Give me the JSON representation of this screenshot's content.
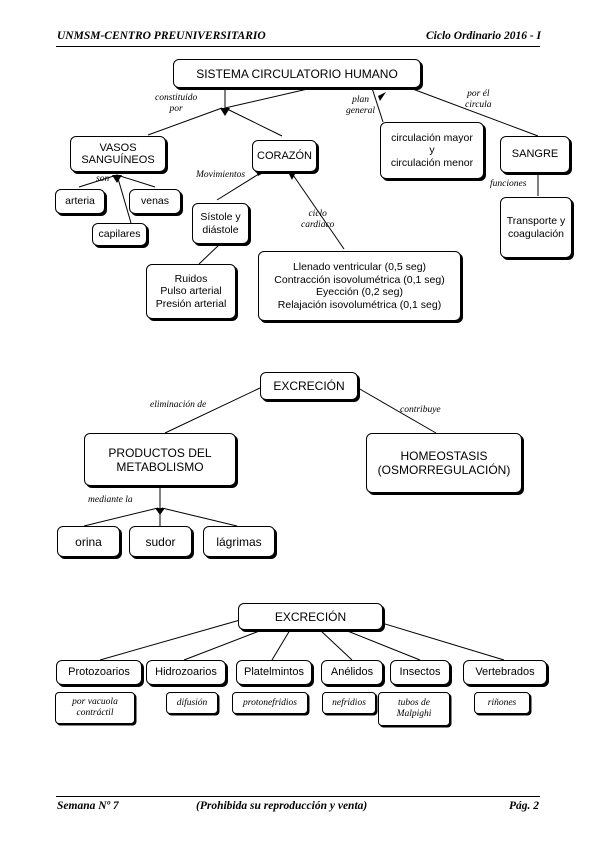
{
  "header": {
    "left": "UNMSM-CENTRO PREUNIVERSITARIO",
    "right": "Ciclo Ordinario  2016 - I"
  },
  "circulatory_map": {
    "root": "SISTEMA CIRCULATORIO HUMANO",
    "label_constituido": "constituido\npor",
    "vasos": "VASOS\nSANGUÍNEOS",
    "label_son": "son",
    "arteria": "arteria",
    "venas": "venas",
    "capilares": "capilares",
    "corazon": "CORAZÓN",
    "label_movimientos": "Movimientos",
    "sistole": "Sístole y\ndiástole",
    "ruidos": "Ruidos\nPulso arterial\nPresión arterial",
    "label_ciclo": "ciclo\ncardiaco",
    "ciclo_box": "Llenado ventricular (0,5 seg)\nContracción isovolumétrica (0,1 seg)\nEyección (0,2 seg)\nRelajación isovolumétrica (0,1 seg)",
    "label_plan": "plan\ngeneral",
    "circulacion": "circulación mayor\ny\ncirculación menor",
    "label_por_el": "por él\ncircula",
    "sangre": "SANGRE",
    "label_funciones": "funciones",
    "transporte": "Transporte y\ncoagulación"
  },
  "excretion_map_1": {
    "root": "EXCRECIÓN",
    "label_eliminacion": "eliminación de",
    "productos": "PRODUCTOS DEL\nMETABOLISMO",
    "label_contribuye": "contribuye",
    "homeostasis": "HOMEOSTASIS\n(OSMORREGULACIÓN)",
    "label_mediante": "mediante la",
    "orina": "orina",
    "sudor": "sudor",
    "lagrimas": "lágrimas"
  },
  "excretion_map_2": {
    "root": "EXCRECIÓN",
    "groups": [
      {
        "name": "Protozoarios",
        "organ": "por vacuola\ncontráctil"
      },
      {
        "name": "Hidrozoarios",
        "organ": "difusión"
      },
      {
        "name": "Platelmintos",
        "organ": "protonefridios"
      },
      {
        "name": "Anélidos",
        "organ": "nefridios"
      },
      {
        "name": "Insectos",
        "organ": "tubos de\nMalpighi"
      },
      {
        "name": "Vertebrados",
        "organ": "riñones"
      }
    ]
  },
  "footer": {
    "left": "Semana Nº 7",
    "center": "(Prohibida su reproducción y venta)",
    "right": "Pág. 2"
  }
}
